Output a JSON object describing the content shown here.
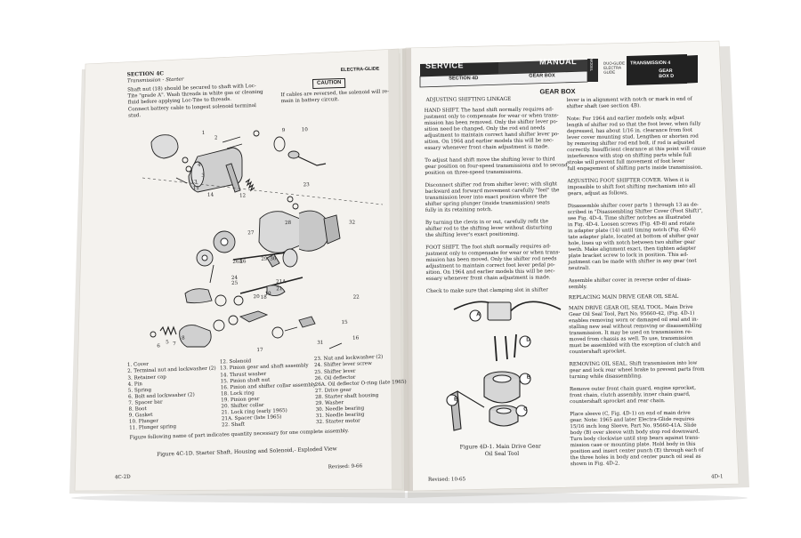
{
  "left_page": {
    "header_section": "SECTION 4C",
    "header_sub": "Transmission - Starter",
    "header_model": "ELECTRA-GLIDE",
    "caution_label": "CAUTION",
    "caution_text": [
      "If cables are reversed, the solenoid will re-",
      "main in battery circuit."
    ],
    "intro_text": [
      "Shaft nut (18) should be secured to shaft with Loc-",
      "Tite \"grade A\". Wash threads in white gas or cleaning",
      "fluid before applying Loc-Tite to threads.",
      "Connect battery cable to longest solenoid terminal",
      "stud."
    ],
    "parts_col1": [
      {
        "num": "1.",
        "name": "Cover"
      },
      {
        "num": "2.",
        "name": "Terminal nut and lockwasher (2)"
      },
      {
        "num": "3.",
        "name": "Retainer cap"
      },
      {
        "num": "4.",
        "name": "Pin"
      },
      {
        "num": "5.",
        "name": "Spring"
      },
      {
        "num": "6.",
        "name": "Bolt and lockwasher (2)"
      },
      {
        "num": "7.",
        "name": "Spacer bar"
      },
      {
        "num": "8.",
        "name": "Boot"
      },
      {
        "num": "9.",
        "name": "Gasket"
      },
      {
        "num": "10.",
        "name": "Plunger"
      },
      {
        "num": "11.",
        "name": "Plunger spring"
      }
    ],
    "parts_col2": [
      {
        "num": "12.",
        "name": "Solenoid"
      },
      {
        "num": "13.",
        "name": "Pinion gear and shaft assembly"
      },
      {
        "num": "14.",
        "name": "Thrust washer"
      },
      {
        "num": "15.",
        "name": "Pinion shaft nut"
      },
      {
        "num": "16.",
        "name": "Pinion and shifter collar assembly"
      },
      {
        "num": "18.",
        "name": "Lock ring"
      },
      {
        "num": "19.",
        "name": "Pinion gear"
      },
      {
        "num": "20.",
        "name": "Shifter collar"
      },
      {
        "num": "21.",
        "name": "Lock ring (early 1965)"
      },
      {
        "num": "21A.",
        "name": "Spacer (late 1965)"
      },
      {
        "num": "22.",
        "name": "Shaft"
      }
    ],
    "parts_col3": [
      {
        "num": "23.",
        "name": "Nut and lockwasher (2)"
      },
      {
        "num": "24.",
        "name": "Shifter lever screw"
      },
      {
        "num": "25.",
        "name": "Shifter lever"
      },
      {
        "num": "26.",
        "name": "Oil deflector"
      },
      {
        "num": "26A.",
        "name": "Oil deflector O-ring (late 1965)"
      },
      {
        "num": "27.",
        "name": "Drive gear"
      },
      {
        "num": "28.",
        "name": "Starter shaft housing"
      },
      {
        "num": "29.",
        "name": "Washer"
      },
      {
        "num": "30.",
        "name": "Needle bearing"
      },
      {
        "num": "31.",
        "name": "Needle bearing"
      },
      {
        "num": "32.",
        "name": "Starter motor"
      }
    ],
    "parts_note": "Figure following name of part indicates quantity necessary for one complete assembly.",
    "figure_caption": "Figure 4C-1D. Starter Shaft, Housing and Solenoid,- Exploded View",
    "page_number": "4C-2D",
    "revised": "Revised: 9-66"
  },
  "right_page": {
    "banner_service": "SERVICE",
    "banner_manual": "MANUAL",
    "banner_section": "SECTION 4D",
    "banner_title": "GEAR BOX",
    "banner_models": "MODEL",
    "banner_duoglide": "DUO-GLIDE",
    "banner_electra": "ELECTRA GLIDE",
    "banner_transmission": "TRANSMISSION 4",
    "banner_gearbox": "GEAR BOX D",
    "page_title": "GEAR BOX",
    "sub_adjusting_linkage": "ADJUSTING SHIFTING LINKAGE",
    "col1_text": [
      "HAND SHIFT. The hand shift normally requires ad-",
      "justment only to compensate for wear or when trans-",
      "mission has been removed. Only the shifter lever po-",
      "sition need be changed. Only the rod end needs",
      "adjustment to maintain correct hand shifter lever po-",
      "sition. On 1964 and earlier models this will be nec-",
      "essary whenever front chain adjustment is made.",
      "",
      "To adjust hand shift move the shifting lever to third",
      "gear position on four-speed transmissions and to second",
      "position on three-speed transmissions.",
      "",
      "Disconnect shifter rod from shifter lever; with slight",
      "backward and forward movement carefully \"feel\" the",
      "transmission lever into exact position where the",
      "shifter spring plunger (inside transmission) seats",
      "fully in its retaining notch.",
      "",
      "By turning the clevis in or out, carefully refit the",
      "shifter rod to the shifting lever without disturbing",
      "the shifting lever's exact positioning.",
      "",
      "FOOT SHIFT. The foot shift normally requires ad-",
      "justment only to compensate for wear or when trans-",
      "mission has been moved. Only the shifter rod needs",
      "adjustment to maintain correct foot lever pedal po-",
      "sition. On 1964 and earlier models this will be nec-",
      "essary whenever front chain adjustment is made.",
      "",
      "Check to make sure that clamping slot in shifter"
    ],
    "col2_text": [
      "lever is in alignment with notch or mark in end of",
      "shifter shaft (see section 4B).",
      "",
      "Note: For 1964 and earlier models only, adjust",
      "length of shifter rod so that the foot lever, when fully",
      "depressed, has about 1/16 in. clearance from foot",
      "lever cover mounting stud. Lengthen or shorten rod",
      "by removing shifter rod end bolt, if rod is adjusted",
      "correctly. Insufficient clearance at this point will cause",
      "interference with stop on shifting parts while full",
      "stroke will prevent full movement of foot lever",
      "full engagement of shifting parts inside transmission.",
      "",
      "ADJUSTING FOOT SHIFTER COVER. When it is",
      "impossible to shift foot shifting mechanism into all",
      "gears, adjust as follows.",
      "",
      "Disassemble shifter cover parts 1 through 13 as de-",
      "scribed in \"Disassembling Shifter Cover (Foot Shift)\",",
      "see Fig. 4D-4. Time shifter notches as illustrated",
      "in Fig. 4D-4. Loosen screws (Fig. 4D-8) and rotate",
      "in adapter plate (14) until timing notch (Fig. 4D-6)",
      "tate adapter plate, located at bottom of shifter gear",
      "hole, lines up with notch between two shifter gear",
      "teeth. Make alignment exact, then tighten adapter",
      "plate bracket screw to lock in position. This ad-",
      "justment can be made with shifter in any gear (not",
      "neutral).",
      "",
      "Assemble shifter cover in reverse order of disas-",
      "sembly."
    ],
    "sub_replacing_seal": "REPLACING MAIN DRIVE GEAR OIL SEAL",
    "col2_text_b": [
      "MAIN DRIVE GEAR OIL SEAL TOOL. Main Drive",
      "Gear Oil Seal Tool, Part No. 95660-42, (Fig. 4D-1)",
      "enables removing worn or damaged oil seal and in-",
      "stalling new seal without removing or disassembling",
      "transmission. It may be used on transmission re-",
      "moved from chassis as well. To use, transmission",
      "must be assembled with the exception of clutch and",
      "countershaft sprocket.",
      "",
      "REMOVING OIL SEAL. Shift transmission into low",
      "gear and lock rear wheel brake to prevent parts from",
      "turning while disassembling.",
      "",
      "Remove outer front chain guard, engine sprocket,",
      "front chain, clutch assembly, inner chain guard,",
      "countershaft sprocket and rear chain.",
      "",
      "Place sleeve (C, Fig. 4D-1) on end of main drive",
      "gear. Note: 1965 and later Electra-Glide requires",
      "15/16 inch long Sleeve, Part No. 95660-41A. Slide",
      "body (B) over sleeve with body stop rod downward.",
      "Turn body clockwise until stop bears against trans-",
      "mission case or mounting plate. Hold body in this",
      "position and insert center punch (E) through each of",
      "the three holes in body and center punch oil seal as",
      "shown in Fig. 4D-2."
    ],
    "figure_labels": {
      "a": "A",
      "b": "B",
      "c": "C",
      "d": "D",
      "e": "E"
    },
    "figure_caption_1": "Figure 4D-1. Main Drive Gear",
    "figure_caption_2": "Oil Seal Tool",
    "revised": "Revised: 10-65",
    "page_number": "4D-1"
  },
  "diagram_callouts": [
    "1",
    "2",
    "3",
    "4",
    "5",
    "6",
    "7",
    "8",
    "9",
    "10",
    "11",
    "12",
    "13",
    "14",
    "15",
    "16",
    "17",
    "18",
    "19",
    "20",
    "21",
    "21A",
    "22",
    "23",
    "24",
    "25",
    "26",
    "26A",
    "27",
    "28",
    "29",
    "30",
    "31",
    "32"
  ]
}
